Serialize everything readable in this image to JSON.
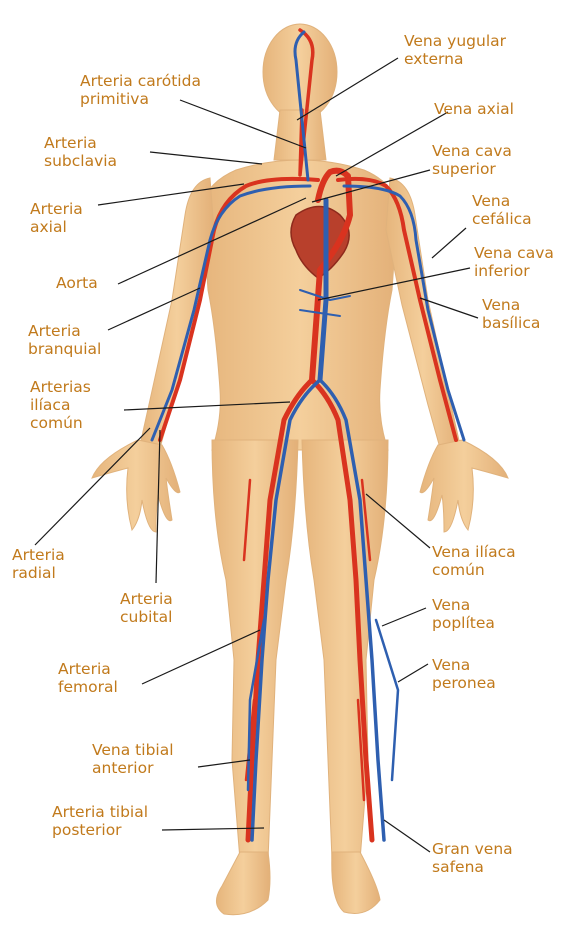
{
  "colors": {
    "label_text": "#c17a1c",
    "leader_line": "#1a1a1a",
    "skin": "#f4cf9c",
    "artery": "#d9331f",
    "vein": "#2e5fb0",
    "heart": "#b8402c"
  },
  "labels": [
    {
      "id": "vena-yugular-externa",
      "text": "Vena yugular\nexterna"
    },
    {
      "id": "arteria-carotida-primitiva",
      "text": "Arteria carótida\nprimitiva"
    },
    {
      "id": "vena-axial",
      "text": "Vena axial"
    },
    {
      "id": "arteria-subclavia",
      "text": "Arteria\nsubclavia"
    },
    {
      "id": "vena-cava-superior",
      "text": "Vena cava\nsuperior"
    },
    {
      "id": "arteria-axial",
      "text": "Arteria\naxial"
    },
    {
      "id": "vena-cefalica",
      "text": "Vena\ncefálica"
    },
    {
      "id": "vena-cava-inferior",
      "text": "Vena cava\ninferior"
    },
    {
      "id": "aorta",
      "text": "Aorta"
    },
    {
      "id": "vena-basilica",
      "text": "Vena\nbasílica"
    },
    {
      "id": "arteria-branquial",
      "text": "Arteria\nbranquial"
    },
    {
      "id": "arterias-iliaca-comun",
      "text": "Arterias\nilíaca\ncomún"
    },
    {
      "id": "vena-iliaca-comun",
      "text": "Vena ilíaca\ncomún"
    },
    {
      "id": "arteria-radial",
      "text": "Arteria\nradial"
    },
    {
      "id": "arteria-cubital",
      "text": "Arteria\ncubital"
    },
    {
      "id": "vena-poplitea",
      "text": "Vena\npoplítea"
    },
    {
      "id": "arteria-femoral",
      "text": "Arteria\nfemoral"
    },
    {
      "id": "vena-peronea",
      "text": "Vena\nperonea"
    },
    {
      "id": "vena-tibial-anterior",
      "text": "Vena tibial\nanterior"
    },
    {
      "id": "arteria-tibial-posterior",
      "text": "Arteria tibial\nposterior"
    },
    {
      "id": "gran-vena-safena",
      "text": "Gran vena\nsafena"
    }
  ]
}
